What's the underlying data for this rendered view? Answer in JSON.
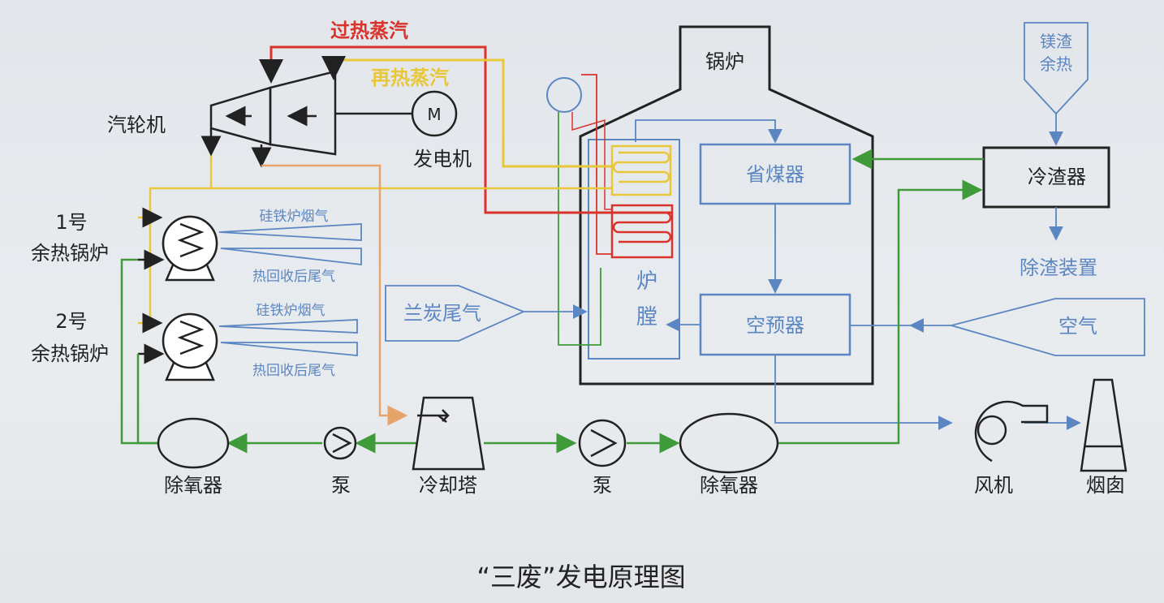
{
  "title": "“三废”发电原理图",
  "colors": {
    "superheat": "#d9332b",
    "reheat": "#e8c83a",
    "water": "#3f9a3a",
    "air": "#5b86c2",
    "exhaust": "#e8a36a",
    "dark": "#222222",
    "blueText": "#5b86c2"
  },
  "labels": {
    "superheated_steam": "过热蒸汽",
    "reheated_steam": "再热蒸汽",
    "turbine": "汽轮机",
    "generator": "发电机",
    "generator_symbol": "M",
    "boiler": "锅炉",
    "economizer": "省煤器",
    "air_preheater": "空预器",
    "furnace_1": "炉",
    "furnace_2": "膛",
    "magnesium_slag_1": "镁渣",
    "magnesium_slag_2": "余热",
    "slag_cooler": "冷渣器",
    "slag_removal": "除渣装置",
    "air": "空气",
    "semi_coke_gas": "兰炭尾气",
    "whb1_num": "1号",
    "whb1_name": "余热锅炉",
    "whb2_num": "2号",
    "whb2_name": "余热锅炉",
    "ferrosilicon_gas_1": "硅铁炉烟气",
    "tail_gas_1": "热回收后尾气",
    "ferrosilicon_gas_2": "硅铁炉烟气",
    "tail_gas_2": "热回收后尾气",
    "deaerator_left": "除氧器",
    "pump_left": "泵",
    "cooling_tower": "冷却塔",
    "pump_right": "泵",
    "deaerator_right": "除氧器",
    "fan": "风机",
    "chimney": "烟囱"
  }
}
